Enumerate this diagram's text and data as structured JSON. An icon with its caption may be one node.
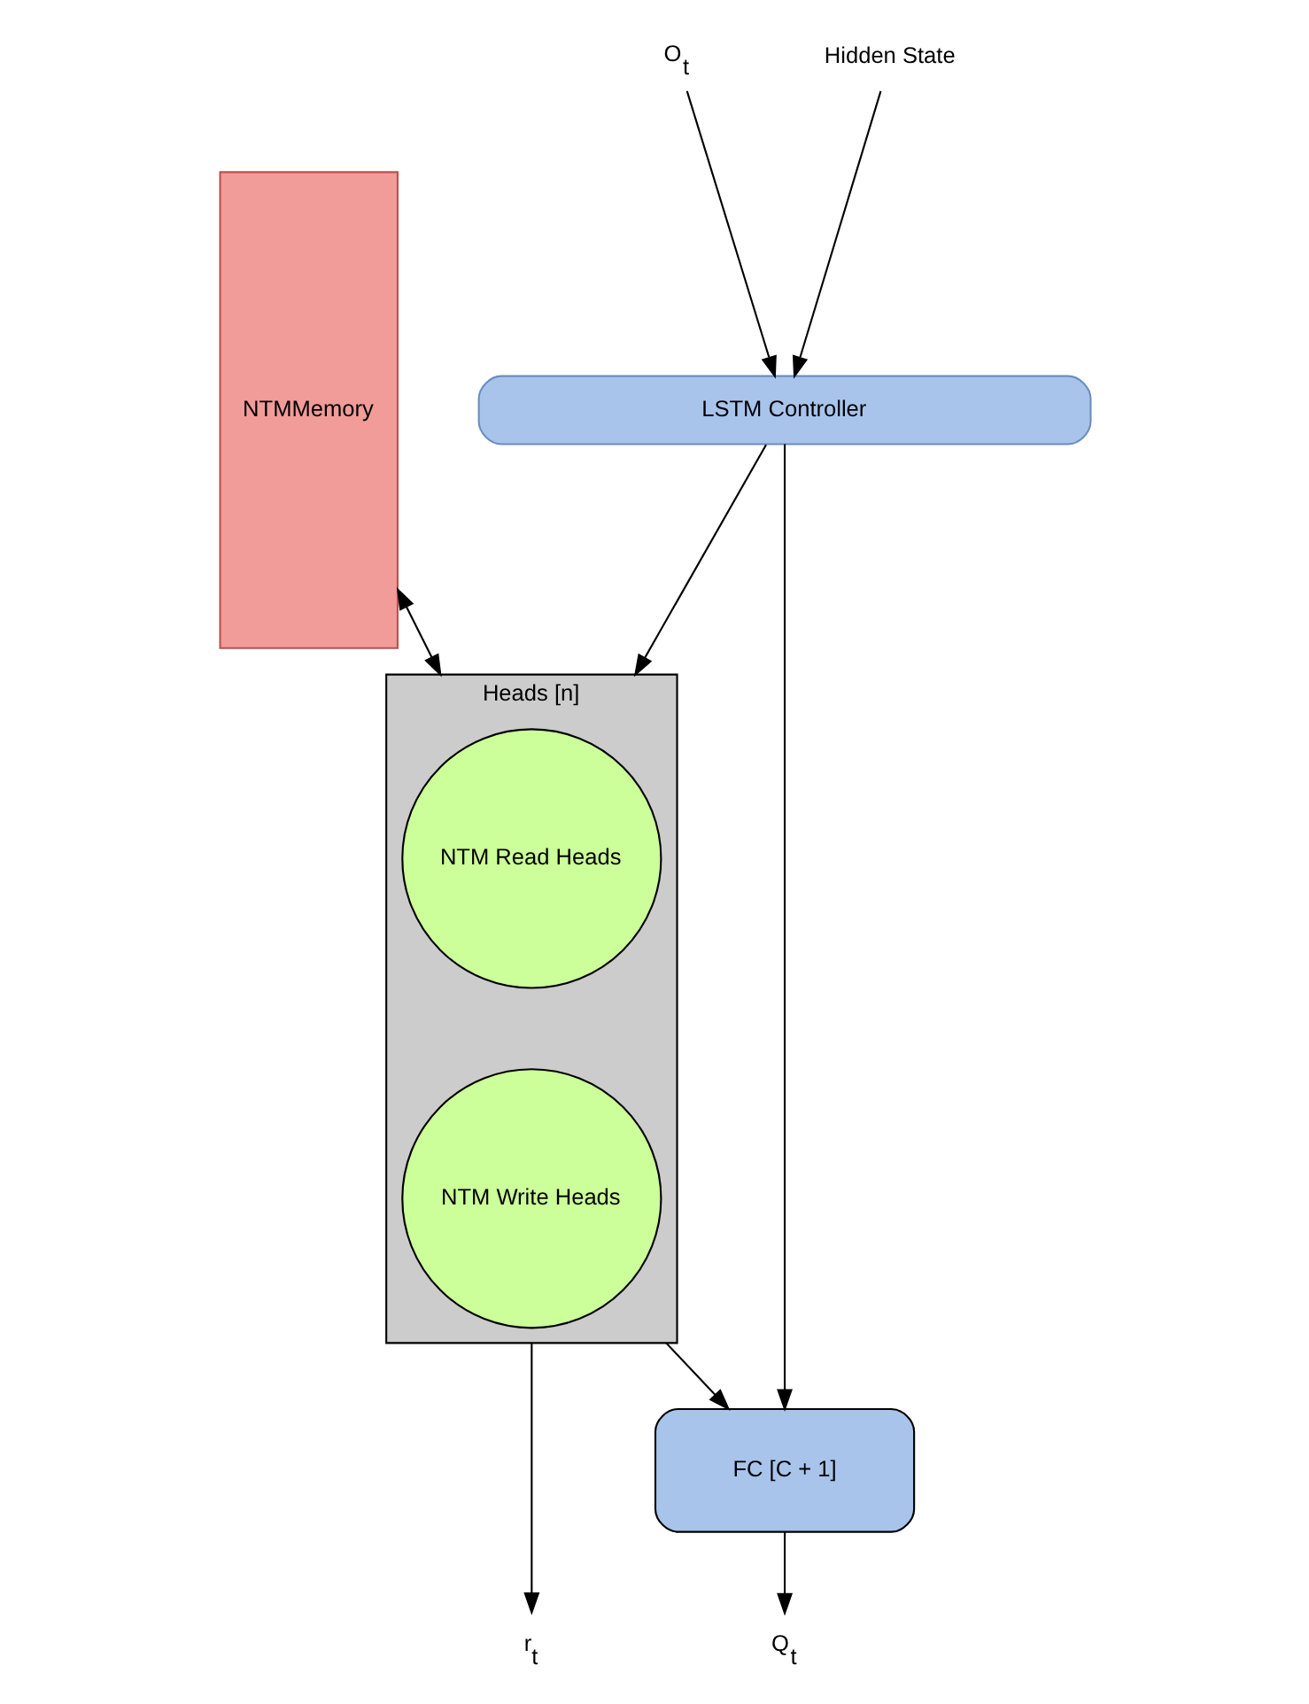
{
  "diagram": {
    "nodes": [
      {
        "text": [
          "O$_{t}$"
        ]
      },
      {
        "text": [
          "Hidden State"
        ]
      },
      {
        "text": [
          "LSTM Controller"
        ]
      },
      {
        "text": [
          "Heads [n]"
        ]
      },
      {
        "text": [
          "NTM Read Heads"
        ],
        "in": 3
      },
      {
        "text": [
          "NTM Write Heads"
        ],
        "in": 3
      },
      {
        "text": [
          "NTMMemory"
        ]
      },
      {
        "text": [
          "FC [C + 1]"
        ]
      },
      {
        "text": [
          "r$_{t}$"
        ]
      },
      {
        "text": [
          "Q$_{t}$"
        ]
      }
    ],
    "edges": [
      {
        "from": 0,
        "to": 2,
        "arrow": "to"
      },
      {
        "from": 1,
        "to": 2,
        "arrow": "to"
      },
      {
        "from": 2,
        "to": 3,
        "arrow": "to"
      },
      {
        "from": 2,
        "to": 7,
        "arrow": "to"
      },
      {
        "from": 6,
        "to": 3,
        "arrow": "both"
      },
      {
        "from": 3,
        "to": 8,
        "arrow": "to"
      },
      {
        "from": 3,
        "to": 7,
        "arrow": "to"
      },
      {
        "from": 7,
        "to": 9,
        "arrow": "to"
      }
    ]
  }
}
